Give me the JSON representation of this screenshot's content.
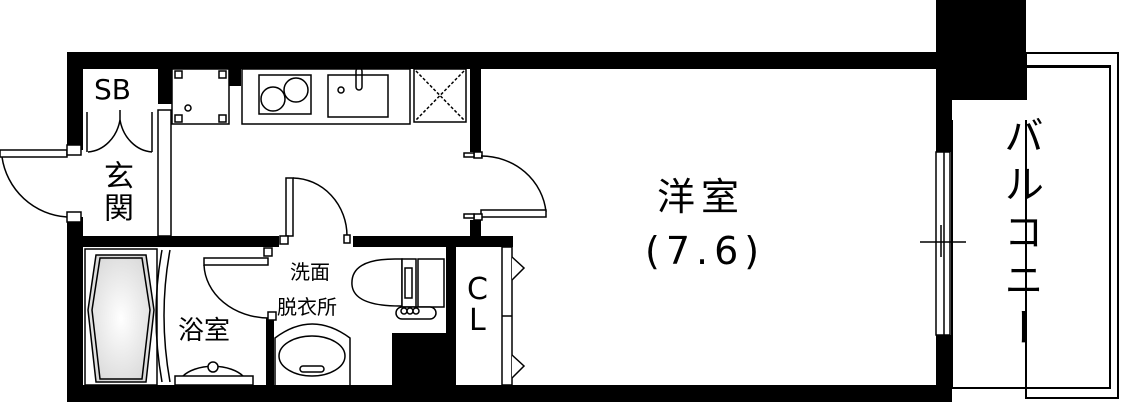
{
  "floorplan": {
    "rooms": {
      "western_room": {
        "name": "洋室",
        "size": "(7.6)"
      },
      "balcony": {
        "name": "バルコニー"
      },
      "entrance": {
        "name": "玄関"
      },
      "shoe_box": {
        "name": "SB"
      },
      "washroom": {
        "line1": "洗面",
        "line2": "脱衣所"
      },
      "bathroom": {
        "name": "浴室"
      },
      "closet": {
        "line1": "C",
        "line2": "L"
      }
    },
    "colors": {
      "wall": "#000000",
      "background": "#ffffff",
      "line": "#000000"
    }
  }
}
